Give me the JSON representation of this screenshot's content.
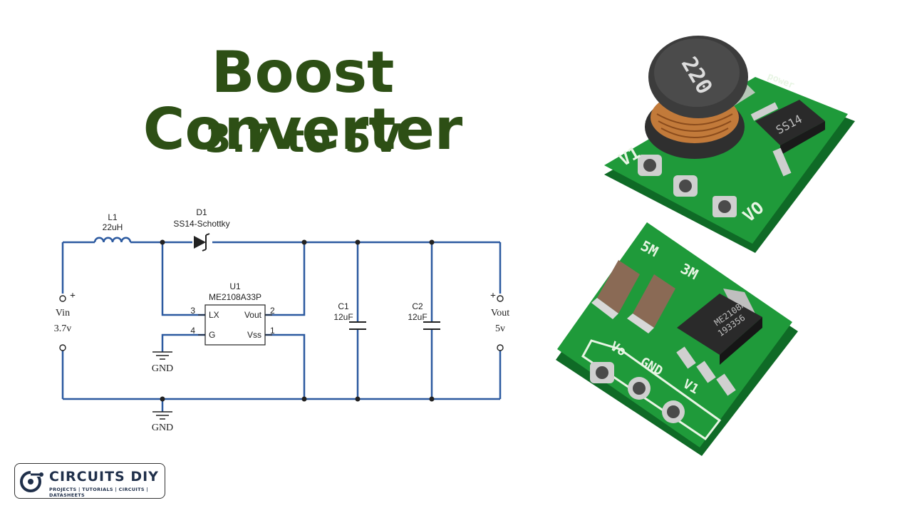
{
  "title": "Boost Converter",
  "subtitle": "3.7 to 5V",
  "schematic": {
    "inductor": {
      "ref": "L1",
      "value": "22uH"
    },
    "diode": {
      "ref": "D1",
      "value": "SS14-Schottky"
    },
    "ic": {
      "ref": "U1",
      "part": "ME2108A33P",
      "pins": [
        {
          "num": "3",
          "name": "LX"
        },
        {
          "num": "4",
          "name": "G"
        },
        {
          "num": "2",
          "name": "Vout"
        },
        {
          "num": "1",
          "name": "Vss"
        }
      ]
    },
    "cap1": {
      "ref": "C1",
      "value": "12uF"
    },
    "cap2": {
      "ref": "C2",
      "value": "12uF"
    },
    "input": {
      "name": "Vin",
      "value": "3.7v",
      "plus": "+"
    },
    "output": {
      "name": "Vout",
      "value": "5v",
      "plus": "+"
    },
    "ground_label": "GND",
    "wire_color": "#2c5aa0"
  },
  "board_top": {
    "inductor_marking": "220",
    "diode_marking": "SS14",
    "silk_left": "V1",
    "silk_right": "VO",
    "silk_edge": "power"
  },
  "board_bottom": {
    "silk_top": [
      "5M",
      "3M"
    ],
    "ic_marking": [
      "ME2108A",
      "193356"
    ],
    "silk_pins": [
      "Vo",
      "GND",
      "V1"
    ]
  },
  "logo": {
    "name": "CIRCUITS DIY",
    "tagline": "PROJECTS | TUTORIALS | CIRCUITS | DATASHEETS"
  },
  "colors": {
    "title": "#2d4f15",
    "pcb": "#1f9a3a",
    "logo": "#1f2f4a"
  }
}
